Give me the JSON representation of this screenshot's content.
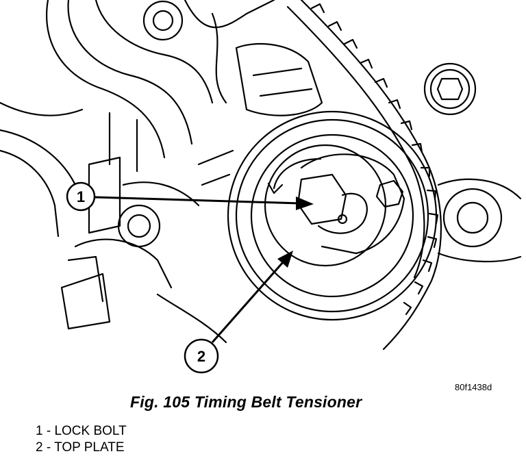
{
  "figure": {
    "ref_code": "80f1438d",
    "caption": "Fig. 105 Timing Belt Tensioner",
    "callouts": [
      {
        "number": "1",
        "label": "1 - LOCK BOLT"
      },
      {
        "number": "2",
        "label": "2 - TOP PLATE"
      }
    ]
  },
  "colors": {
    "line": "#000000",
    "background": "#ffffff"
  }
}
